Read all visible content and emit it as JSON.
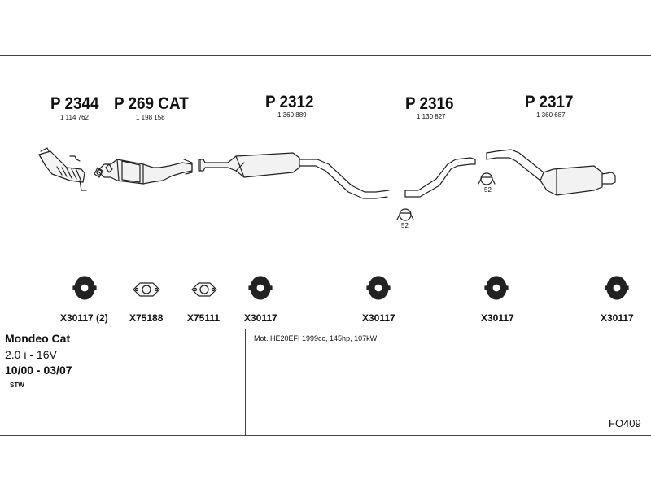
{
  "parts": [
    {
      "part_no": "P 2344",
      "oe_no": "1 114 762"
    },
    {
      "part_no": "P 269 CAT",
      "oe_no": "1 198 158"
    },
    {
      "part_no": "P 2312",
      "oe_no": "1 360 889"
    },
    {
      "part_no": "P 2316",
      "oe_no": "1 130 827"
    },
    {
      "part_no": "P 2317",
      "oe_no": "1 360 687"
    }
  ],
  "hanger_sizes": [
    "52",
    "52"
  ],
  "accessories": [
    "X30117 (2)",
    "X75188",
    "X75111",
    "X30117",
    "X30117",
    "X30117",
    "X30117"
  ],
  "vehicle": {
    "model": "Mondeo Cat",
    "engine": "2.0 i - 16V",
    "years": "10/00 - 03/07",
    "body": "STW"
  },
  "engine_spec": "Mot. HE20EFI 1999cc, 145hp, 107kW",
  "diagram_code": "FO409"
}
